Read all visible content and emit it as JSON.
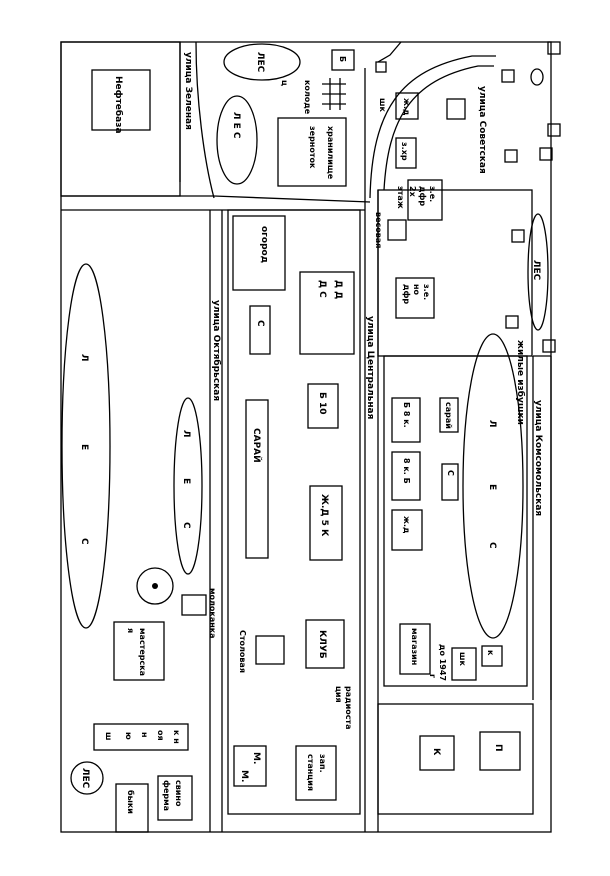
{
  "streets": {
    "zelenaya": "улица Зеленая",
    "oktyabrskaya": "улица Октябрьская",
    "tsentralnaya": "улица Центральная",
    "sovetskaya": "улица Советская",
    "komsomolskaya": "улица Комсомольская"
  },
  "buildings": {
    "neftebaza": "Нефтебаза",
    "b_top": "Б",
    "kolodets_1": "колоде",
    "kolodets_2": "ц",
    "khranilishche_1": "хранилище",
    "khranilishche_2": "зерноток",
    "shk_top": "шк",
    "zhd_top": "ж.д",
    "zkhr": "з.хр",
    "ze_2et_1": "з.е.",
    "ze_2et_2": "дфр",
    "ze_2et_3": "2х",
    "ze_2et_4": "этаж",
    "vesovaya": "весовая",
    "ogorod": "огород",
    "dds_1": "Д Д",
    "dds_2": "Д С",
    "s_small": "С",
    "zeno_1": "з.е.",
    "zeno_2": "но",
    "zeno_3": "дфр",
    "zhilye": "жилые избушки",
    "b10": "Б 10",
    "saray_big": "САРАЙ",
    "b8k_1": "Б 8 к.",
    "b8k_2": "8 к. Б",
    "saray_small": "сарай",
    "c_small": "С",
    "zhd5k": "Ж.Д 5 К",
    "zhd_mid": "ж.д",
    "molokanka": "молоканка",
    "masterskaya_1": "мастерска",
    "masterskaya_2": "я",
    "stolovaya": "Столовая",
    "klub": "КЛУБ",
    "radiostantsiya_1": "радиоста",
    "radiostantsiya_2": "ция",
    "magazin": "магазин",
    "do1947_1": "до 1947",
    "do1947_2": "г",
    "shk_right": "шк",
    "k_right": "к",
    "konyushni_1": "к н",
    "konyushni_2": "оя",
    "konyushni_3": "н",
    "konyushni_4": "ю",
    "konyushni_5": "ш",
    "svinoferma_1": "свино",
    "svinoferma_2": "ферма",
    "byki": "быки",
    "mm_1": "М.",
    "mm_2": "М.",
    "zapstantsiya_1": "зап.",
    "zapstantsiya_2": "станция",
    "k_block": "К",
    "p_block": "П"
  },
  "forests": {
    "les_top": "ЛЕС",
    "les_small": "Л Е С",
    "les_east": "ЛЕС",
    "les_west_1": "Л",
    "les_west_2": "Е",
    "les_west_3": "С",
    "les_mid_1": "Л",
    "les_mid_2": "Е",
    "les_mid_3": "С",
    "les_right_1": "Л",
    "les_right_2": "Е",
    "les_right_3": "С",
    "les_bottom": "ЛЕС"
  }
}
